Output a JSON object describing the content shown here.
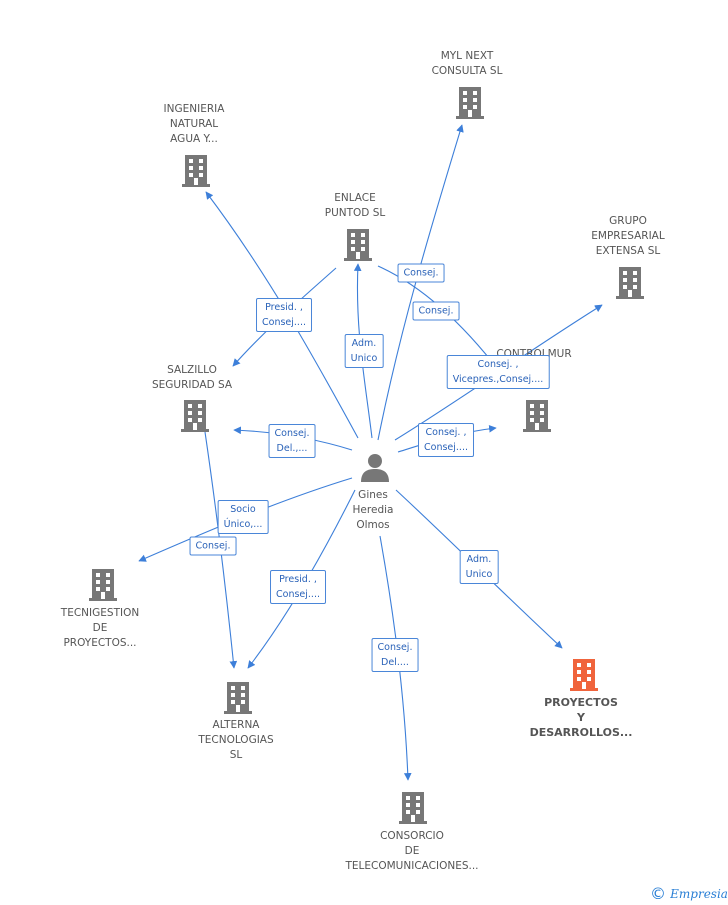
{
  "colors": {
    "edge": "#3d7fd9",
    "building": "#777777",
    "building_highlight": "#f0643c",
    "person": "#777777",
    "label_text": "#555555",
    "edge_label_text": "#2a62b8"
  },
  "center": {
    "name": "Gines\nHeredia\nOlmos",
    "icon": "person-icon"
  },
  "companies": [
    {
      "id": "myl",
      "name": "MYL NEXT\nCONSULTA SL",
      "icon": "building-icon"
    },
    {
      "id": "ingenieria",
      "name": "INGENIERIA\nNATURAL\nAGUA Y...",
      "icon": "building-icon"
    },
    {
      "id": "enlace",
      "name": "ENLACE\nPUNTOD SL",
      "icon": "building-icon"
    },
    {
      "id": "grupo",
      "name": "GRUPO\nEMPRESARIAL\nEXTENSA SL",
      "icon": "building-icon"
    },
    {
      "id": "controlmur",
      "name": "CONTROLMUR\nY\n...SL",
      "icon": "building-icon"
    },
    {
      "id": "salzillo",
      "name": "SALZILLO\nSEGURIDAD SA",
      "icon": "building-icon"
    },
    {
      "id": "tecnigestion",
      "name": "TECNIGESTION\nDE\nPROYECTOS...",
      "icon": "building-icon"
    },
    {
      "id": "alterna",
      "name": "ALTERNA\nTECNOLOGIAS\nSL",
      "icon": "building-icon"
    },
    {
      "id": "consorcio",
      "name": "CONSORCIO\nDE\nTELECOMUNICACIONES...",
      "icon": "building-icon"
    },
    {
      "id": "proyectos",
      "name": "PROYECTOS\nY\nDESARROLLOS...",
      "icon": "building-icon",
      "highlight": true
    }
  ],
  "edge_labels": {
    "presid": "Presid. ,\nConsej....",
    "adm_enlace": "Adm.\nUnico",
    "consej_myl": "Consej.",
    "consej_enlace_ctrl": "Consej.",
    "consej_vicepres": "Consej. ,\nVicepres.,Consej....",
    "consej_del_salzillo": "Consej.\nDel.,...",
    "consej_grupo": "Consej. ,\nConsej....",
    "socio": "Socio\nÚnico,...",
    "consej_salz_alterna": "Consej.",
    "presid_alterna": "Presid. ,\nConsej....",
    "consej_del_consorcio": "Consej.\nDel....",
    "adm_proyectos": "Adm.\nUnico"
  },
  "brand": {
    "symbol": "©",
    "name": "Empresia"
  }
}
